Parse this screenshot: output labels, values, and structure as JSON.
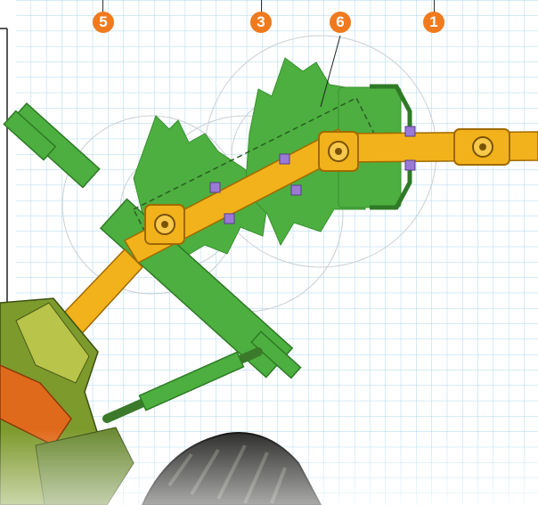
{
  "diagram": {
    "callouts": [
      {
        "id": "callout-5",
        "label": "5"
      },
      {
        "id": "callout-3",
        "label": "3"
      },
      {
        "id": "callout-6",
        "label": "6"
      },
      {
        "id": "callout-1",
        "label": "1"
      }
    ],
    "colors": {
      "callout": "#f07a1e",
      "grid": "#a9d7ee",
      "gearbox_green": "#4caf3f",
      "driveline_yellow": "#f2b21b",
      "bearing_purple": "#9b79d6",
      "tractor_orange": "#e06a1c",
      "tire": "#2a2a28"
    }
  }
}
